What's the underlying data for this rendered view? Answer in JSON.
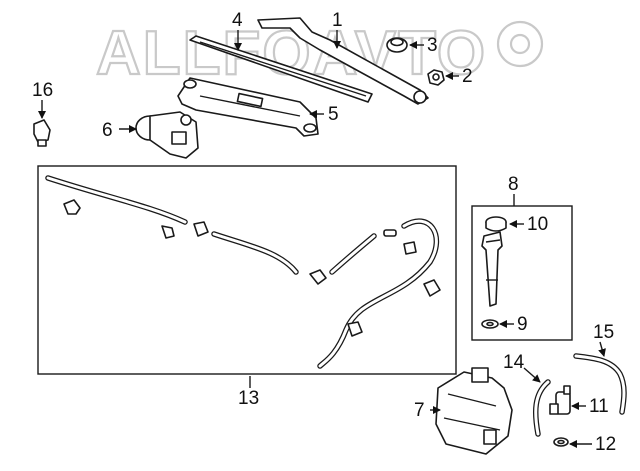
{
  "watermark": {
    "text": "ALLFOAVTO"
  },
  "callouts": {
    "c1": "1",
    "c2": "2",
    "c3": "3",
    "c4": "4",
    "c5": "5",
    "c6": "6",
    "c7": "7",
    "c8": "8",
    "c9": "9",
    "c10": "10",
    "c11": "11",
    "c12": "12",
    "c13": "13",
    "c14": "14",
    "c15": "15",
    "c16": "16"
  }
}
